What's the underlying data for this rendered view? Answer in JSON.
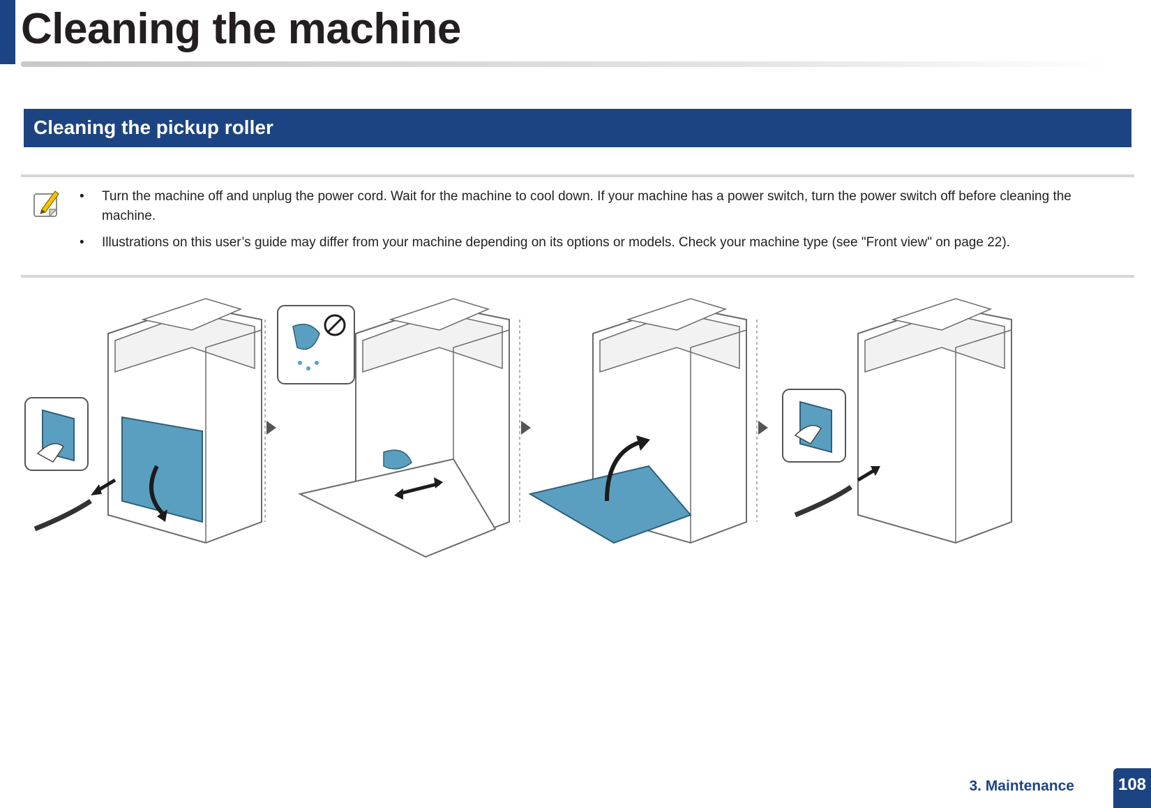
{
  "page": {
    "title": "Cleaning the machine",
    "section_title": "Cleaning the pickup roller",
    "notes": [
      "Turn the machine off and unplug the power cord. Wait for the machine to cool down. If your machine has a power switch, turn the power switch off before cleaning the machine.",
      "Illustrations on this user’s guide may differ from your machine depending on its options or models. Check your machine type (see \"Front view\" on page 22)."
    ],
    "bullet": "•",
    "footer": {
      "chapter": "3. Maintenance",
      "page_number": "108"
    }
  },
  "colors": {
    "brand_blue": "#1d4482",
    "highlight_blue": "#5b9fc0"
  },
  "illustration": {
    "steps": [
      {
        "icon": "power-off-switch-icon"
      },
      {
        "icon": "cloth-no-liquid-icon"
      },
      {
        "icon": "close-rear-cover-icon"
      },
      {
        "icon": "power-on-switch-icon"
      }
    ]
  }
}
